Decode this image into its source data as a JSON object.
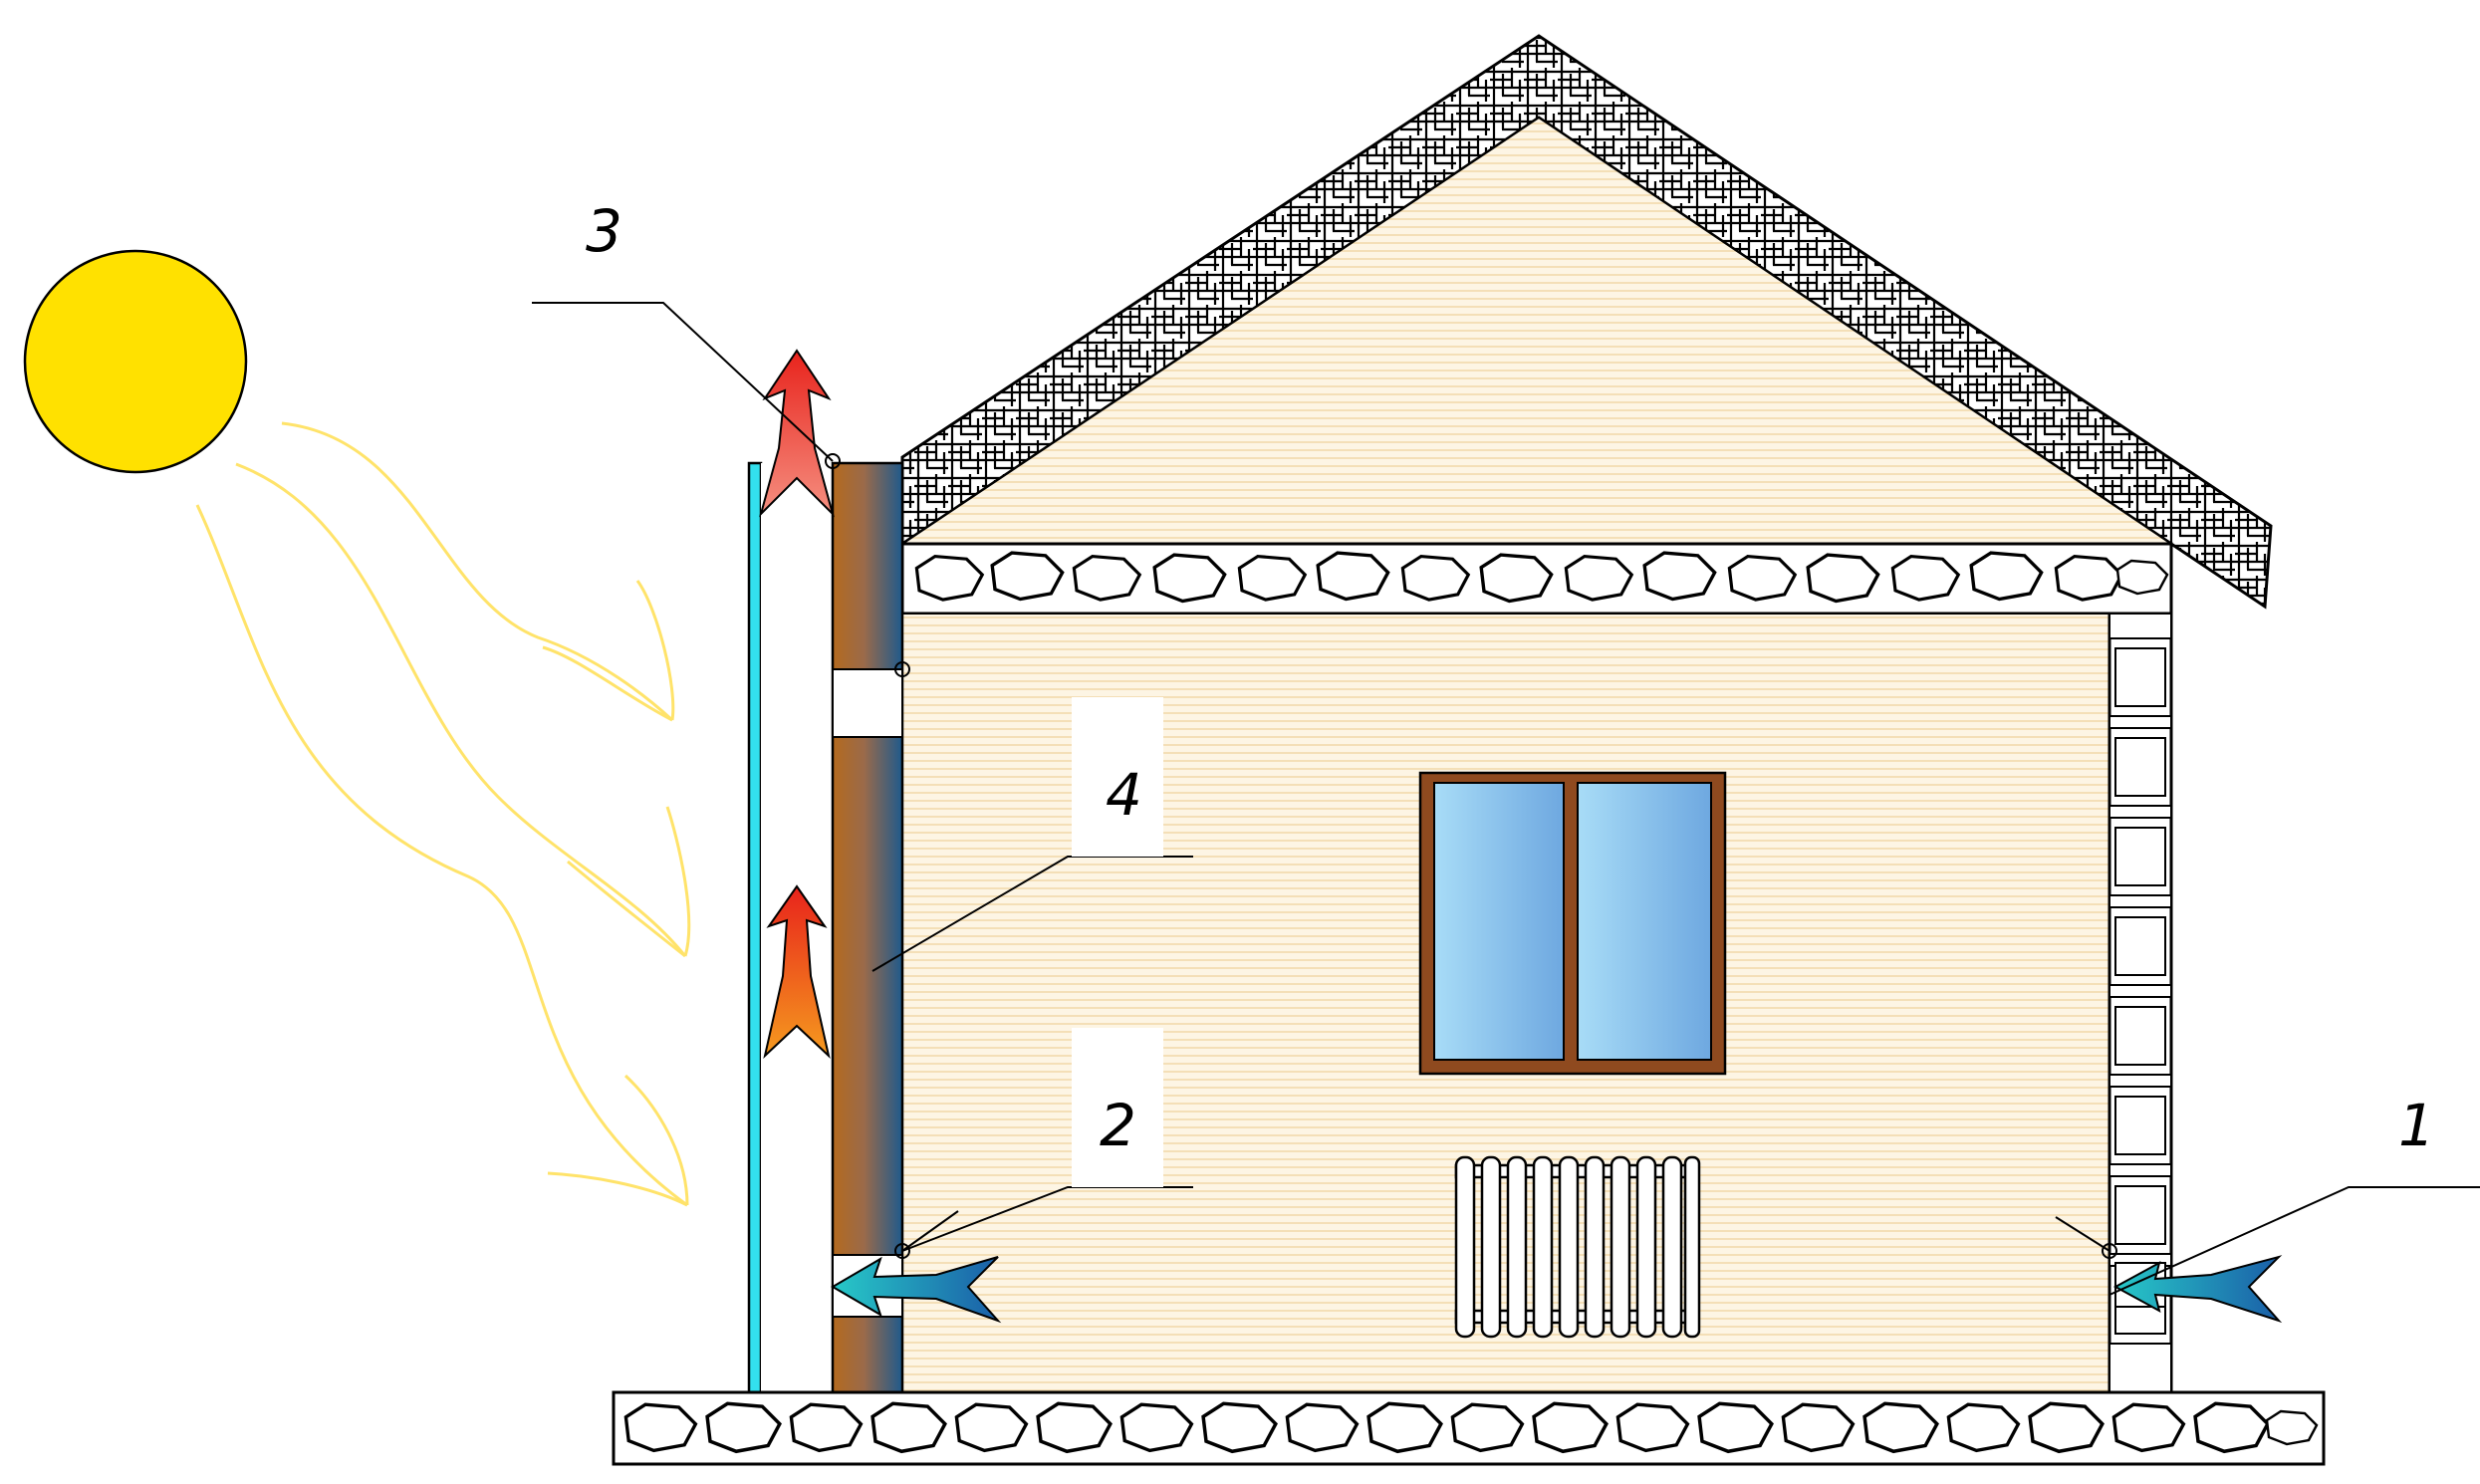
{
  "callouts": {
    "c1": "1",
    "c2": "2",
    "c3": "3",
    "c4": "4"
  },
  "colors": {
    "sun": "#ffe100",
    "sun_rays": "#ffe36a",
    "wall_fill": "#fcf2dc",
    "glass_panel": "#33e0ee",
    "absorber_top": "#a85a1c",
    "absorber_bottom": "#2e5c86",
    "window_frame": "#8f4a1f",
    "window_glass": "#8ec8ef",
    "warm_air_arrow": "#ef4a37",
    "mid_air_arrow": "#f08a25",
    "cool_air_arrow": "#28b8c8",
    "roof_pattern": "#000000"
  },
  "icons": {
    "sun": "sun-icon",
    "warm_air": "warm-air-arrow-icon",
    "cool_air": "cool-air-arrow-icon",
    "radiator": "radiator-icon",
    "window": "window-icon"
  }
}
